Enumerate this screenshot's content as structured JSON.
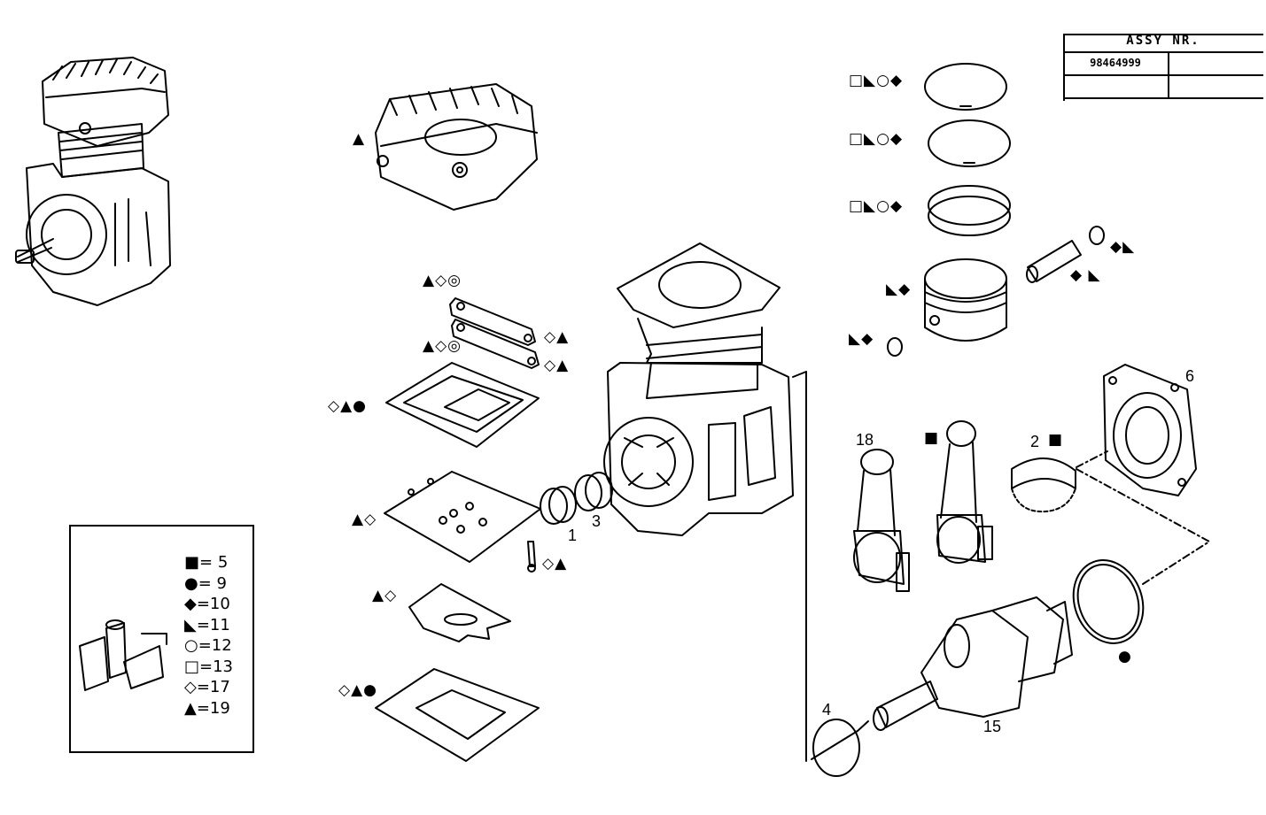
{
  "assy": {
    "header": "ASSY NR.",
    "number": "98464999"
  },
  "legend": [
    {
      "sym": "■",
      "text": "=  5"
    },
    {
      "sym": "●",
      "text": "=  9"
    },
    {
      "sym": "◆",
      "text": "=10"
    },
    {
      "sym": "◣",
      "text": "=11"
    },
    {
      "sym": "○",
      "text": "=12"
    },
    {
      "sym": "□",
      "text": "=13"
    },
    {
      "sym": "◇",
      "text": "=17"
    },
    {
      "sym": "▲",
      "text": "=19"
    }
  ],
  "labels": {
    "p1": "1",
    "p2": "2",
    "p3": "3",
    "p4": "4",
    "p6": "6",
    "p15": "15",
    "p18": "18"
  },
  "symbols": {
    "head": "▲",
    "ring1": "□◣○◆",
    "ring2": "□◣○◆",
    "ring3": "□◣○◆",
    "circlip": "◆◣",
    "pin": "◆ ◣",
    "piston": "◣◆",
    "circlip2": "◣◆",
    "reed1": "▲◇◎",
    "reed1r": "◇▲",
    "reed2": "▲◇◎",
    "reed2r": "◇▲",
    "gasket1": "◇▲●",
    "valveplate": "▲◇",
    "screw": "◇▲",
    "plate2": "▲◇",
    "gasket2": "◇▲●",
    "rod2": "■",
    "bearing": "■",
    "oring": "●"
  }
}
